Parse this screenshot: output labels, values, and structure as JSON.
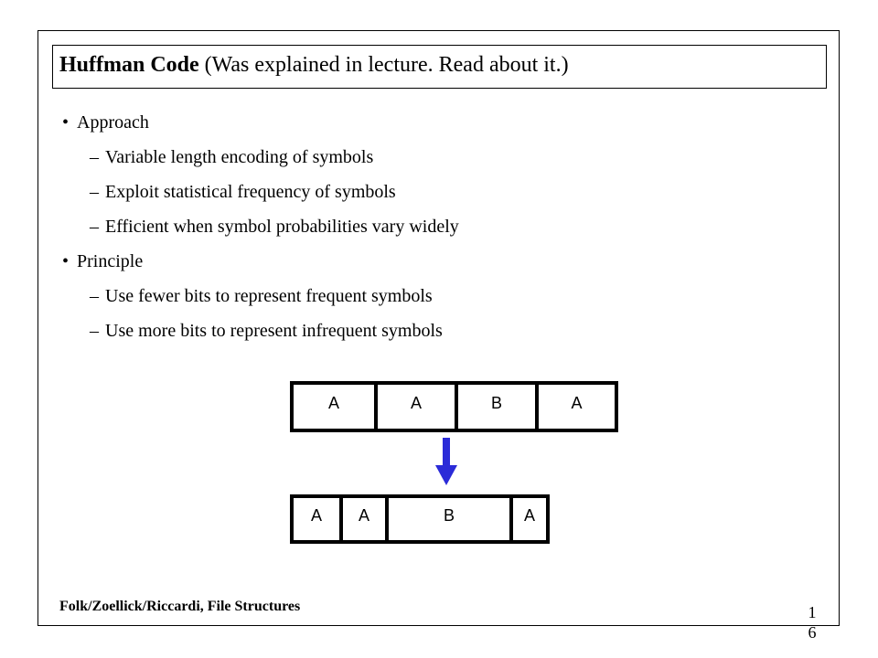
{
  "slide": {
    "title_bold": "Huffman Code",
    "title_rest": " (Was explained in lecture. Read about it.)",
    "bullets": [
      {
        "label": "Approach",
        "subs": [
          "Variable length encoding of symbols",
          "Exploit statistical frequency of symbols",
          "Efficient when symbol probabilities vary widely"
        ]
      },
      {
        "label": "Principle",
        "subs": [
          "Use fewer bits to represent frequent symbols",
          "Use more bits to represent infrequent symbols"
        ]
      }
    ],
    "bullet_glyph": "•",
    "dash_glyph": "–"
  },
  "diagram": {
    "fixed_sequence": [
      "A",
      "A",
      "B",
      "A"
    ],
    "variable_sequence": [
      "A",
      "A",
      "B",
      "A"
    ],
    "arrow_color": "#2b2bd8"
  },
  "footer": {
    "text": "Folk/Zoellick/Riccardi, File Structures",
    "page_line1": "1",
    "page_line2": "6"
  }
}
